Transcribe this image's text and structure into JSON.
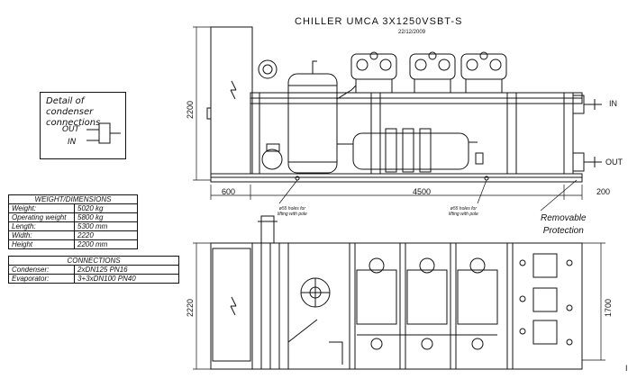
{
  "drawing": {
    "title": "CHILLER UMCA 3X1250VSBT-S",
    "date": "22/12/2009"
  },
  "dimensions": {
    "height_top": "2200",
    "left_offset": "600",
    "length": "4500",
    "right_offset": "200",
    "width_plan": "2220",
    "depth_right": "1700"
  },
  "annotations": {
    "hole_note_left": [
      "ø55 holes for",
      "lifting with pole"
    ],
    "hole_note_right": [
      "ø55 holes for",
      "lifting with pole"
    ],
    "removable_protection": [
      "Removable",
      "Protection"
    ],
    "in_label": "IN",
    "out_label": "OUT"
  },
  "detail": {
    "title_line1": "Detail of condenser",
    "title_line2": "connections",
    "out": "OUT",
    "in": "IN"
  },
  "weight_table": {
    "header": "WEIGHT/DIMENSIONS",
    "rows": [
      {
        "label": "Weight:",
        "value": "5020 kg"
      },
      {
        "label": "Operating weight",
        "value": "5800 kg"
      },
      {
        "label": "Length:",
        "value": "5300 mm"
      },
      {
        "label": "Width:",
        "value": "2220"
      },
      {
        "label": "Height",
        "value": "2200 mm"
      }
    ]
  },
  "connections_table": {
    "header": "CONNECTIONS",
    "rows": [
      {
        "label": "Condenser:",
        "value": "2xDN125 PN16"
      },
      {
        "label": "Evaporator:",
        "value": "3+3xDN100 PN40"
      }
    ]
  },
  "page_mark": "I"
}
